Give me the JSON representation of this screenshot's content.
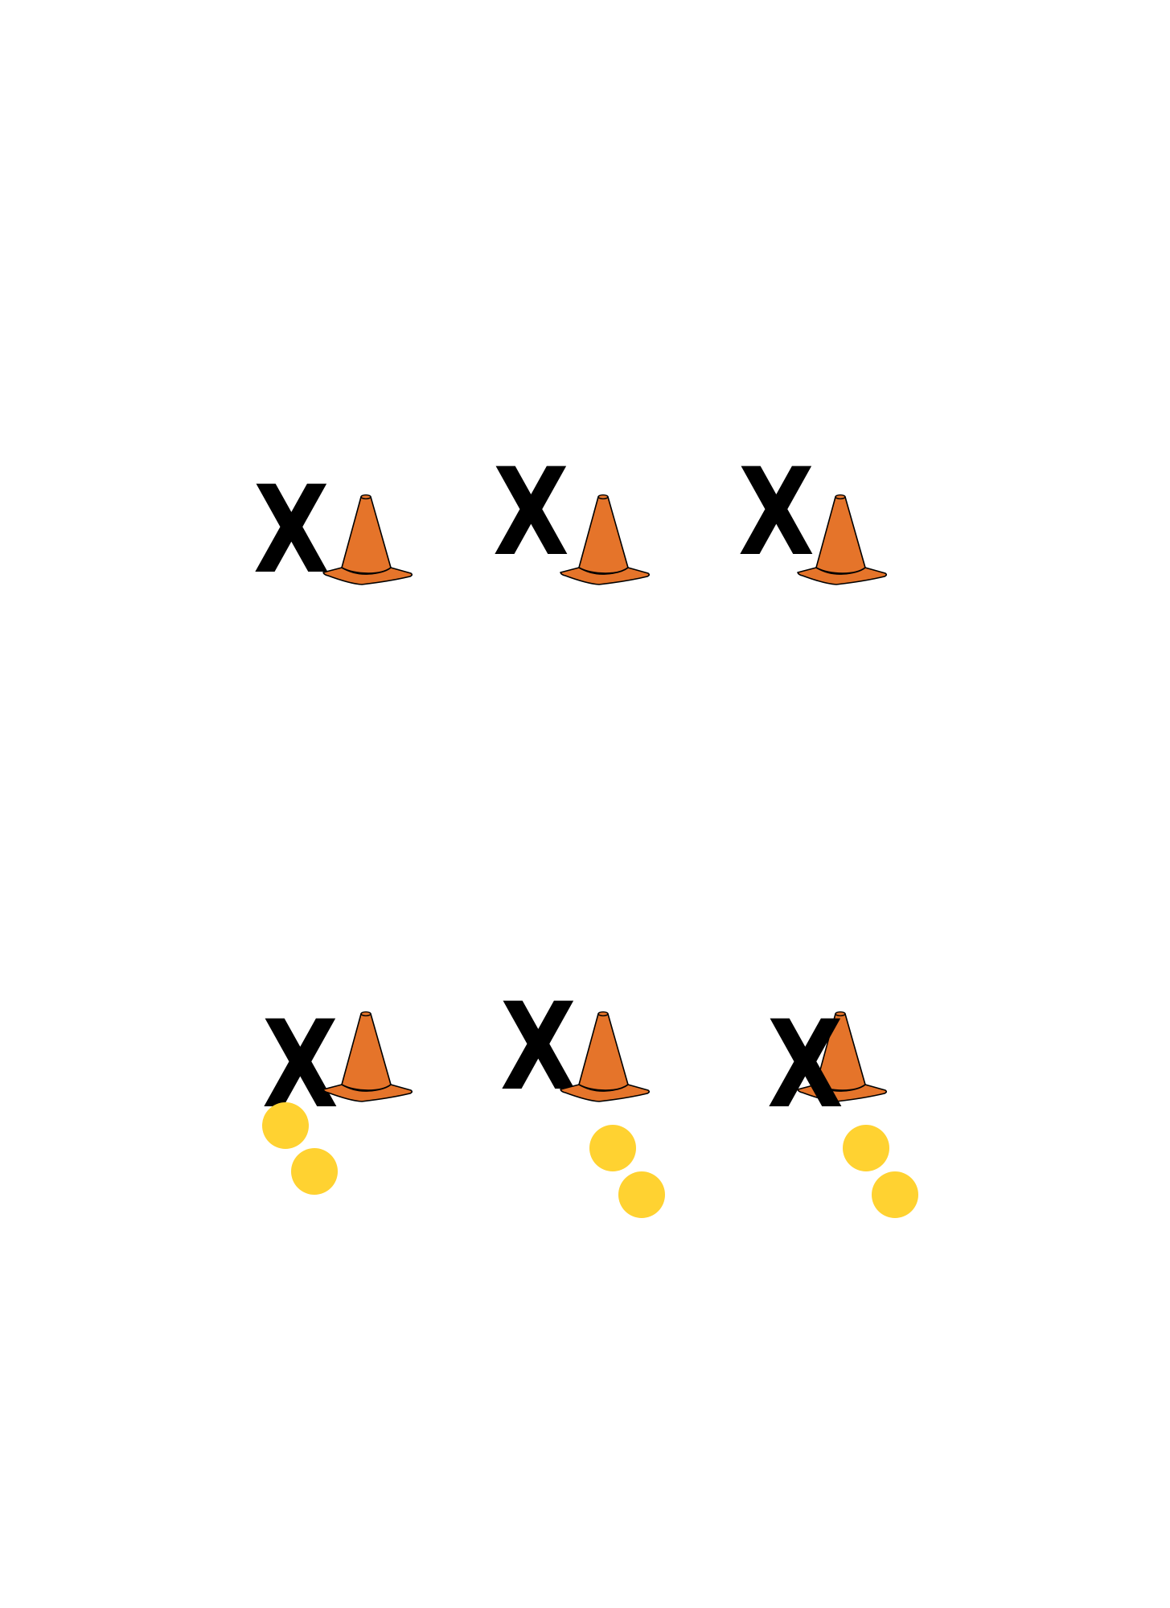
{
  "players": [
    {
      "label": "X"
    },
    {
      "label": "X"
    },
    {
      "label": "X"
    },
    {
      "label": "X"
    },
    {
      "label": "X"
    },
    {
      "label": "X"
    }
  ],
  "icons": {
    "player_marker": "x-mark-icon",
    "cone": "traffic-cone-icon",
    "ball": "ball-icon"
  },
  "colors": {
    "background": "#FFFFFF",
    "player_mark": "#000000",
    "cone_fill": "#E5742A",
    "cone_outline": "#000000",
    "ball_fill": "#FFD231"
  }
}
